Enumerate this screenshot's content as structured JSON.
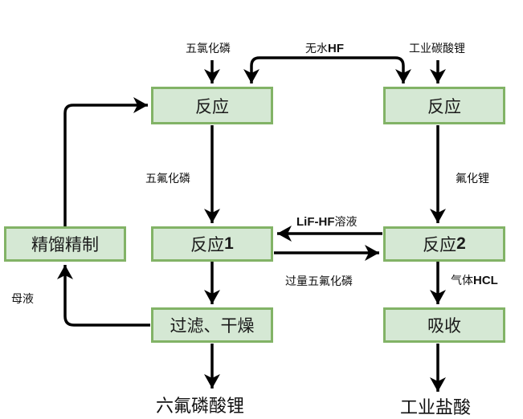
{
  "diagram": {
    "type": "process-flowchart",
    "colors": {
      "box_fill": "#d5e8d4",
      "box_border": "#82b366",
      "arrow": "#000000"
    },
    "nodes": {
      "react_left": {
        "label": "反应"
      },
      "react_right": {
        "label": "反应"
      },
      "rectify": {
        "label": "精馏精制"
      },
      "react1": {
        "label": "反应",
        "suffix": "1"
      },
      "react2": {
        "label": "反应",
        "suffix": "2"
      },
      "filter_dry": {
        "label": "过滤、干燥"
      },
      "absorb": {
        "label": "吸收"
      }
    },
    "inputs": {
      "pcl5": "五氯化磷",
      "hf_prefix": "无水",
      "hf_suffix": "HF",
      "li2co3": "工业碳酸锂"
    },
    "edge_labels": {
      "left_down": "五氟化磷",
      "right_down": "氟化锂",
      "lif_hf_prefix": "LiF-HF",
      "lif_hf_suffix": "溶液",
      "excess_pf5": "过量五氟化磷",
      "gas_prefix": "气体",
      "gas_suffix": "HCL",
      "mother_liquor": "母液"
    },
    "outputs": {
      "lipf6": "六氟磷酸锂",
      "hcl": "工业盐酸"
    }
  }
}
